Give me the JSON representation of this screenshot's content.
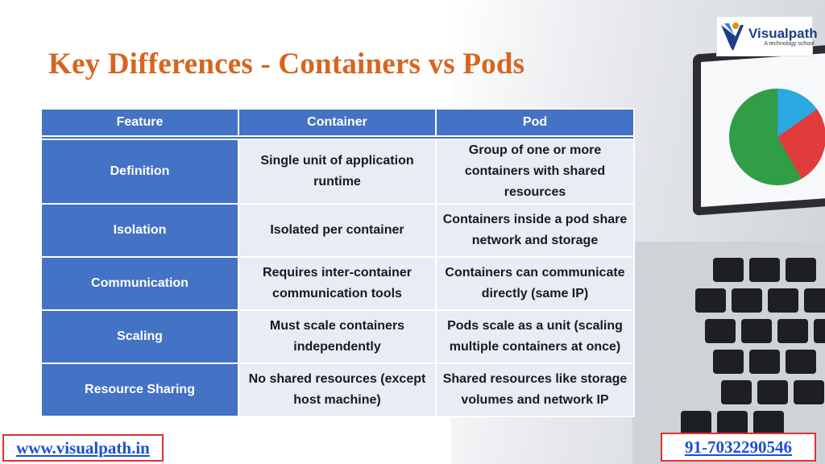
{
  "slide": {
    "title": "Key Differences - Containers vs Pods"
  },
  "logo": {
    "name": "Visualpath",
    "tagline": "A technology school"
  },
  "table": {
    "headers": [
      "Feature",
      "Container",
      "Pod"
    ],
    "rows": [
      {
        "feature": "Definition",
        "container": "Single unit of application runtime",
        "pod": "Group of one or more containers with shared resources"
      },
      {
        "feature": "Isolation",
        "container": "Isolated per container",
        "pod": "Containers inside a pod share network and storage"
      },
      {
        "feature": "Communication",
        "container": "Requires inter-container communication tools",
        "pod": "Containers can communicate directly (same IP)"
      },
      {
        "feature": "Scaling",
        "container": "Must scale containers independently",
        "pod": "Pods scale as a unit (scaling multiple containers at once)"
      },
      {
        "feature": "Resource Sharing",
        "container": "No shared resources (except host machine)",
        "pod": "Shared resources like storage volumes and network IP"
      }
    ]
  },
  "footer": {
    "website": "www.visualpath.in",
    "phone": "91-7032290546"
  },
  "colors": {
    "title": "#d8641f",
    "header_bg": "#4472c4",
    "cell_bg": "#e9ebf5",
    "link": "#1c4fd6",
    "footer_border": "#e03131"
  },
  "icons": [
    "laptop-background-image",
    "visualpath-logo-icon"
  ]
}
